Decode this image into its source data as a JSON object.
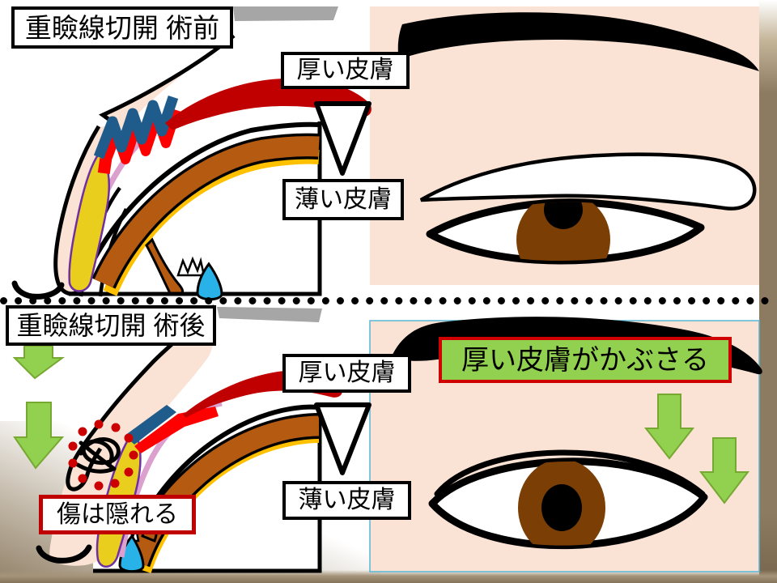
{
  "before": {
    "title": "重瞼線切開 術前",
    "thick_skin_label": "厚い皮膚",
    "thin_skin_label": "薄い皮膚"
  },
  "after": {
    "title": "重瞼線切開 術後",
    "thick_skin_label": "厚い皮膚",
    "thin_skin_label": "薄い皮膚",
    "scar_label": "傷は隠れる",
    "covered_label": "厚い皮膚がかぶさる"
  },
  "palette": {
    "skin_peach": "#FAE2D4",
    "muscle_dark_red": "#C00000",
    "suture_bright_red": "#FF0000",
    "zigzag_steel_blue": "#1F5C8C",
    "fascia_pink": "#DCA0CE",
    "tarsus_yellow": "#E9CE1E",
    "tarsus_purple_outline": "#7030A0",
    "levator_brown": "#B45A11",
    "levator_gold": "#FFC000",
    "gland_cyan": "#29B2E8",
    "brow_band_gray": "#A6A6A6",
    "arrow_green": "#92D050",
    "arrow_green_dark": "#76A832",
    "iris_brown": "#7B3F06",
    "label_border_red": "#C00000",
    "covered_label_bg": "#92D050",
    "frame_tan": "#8C7B61"
  }
}
